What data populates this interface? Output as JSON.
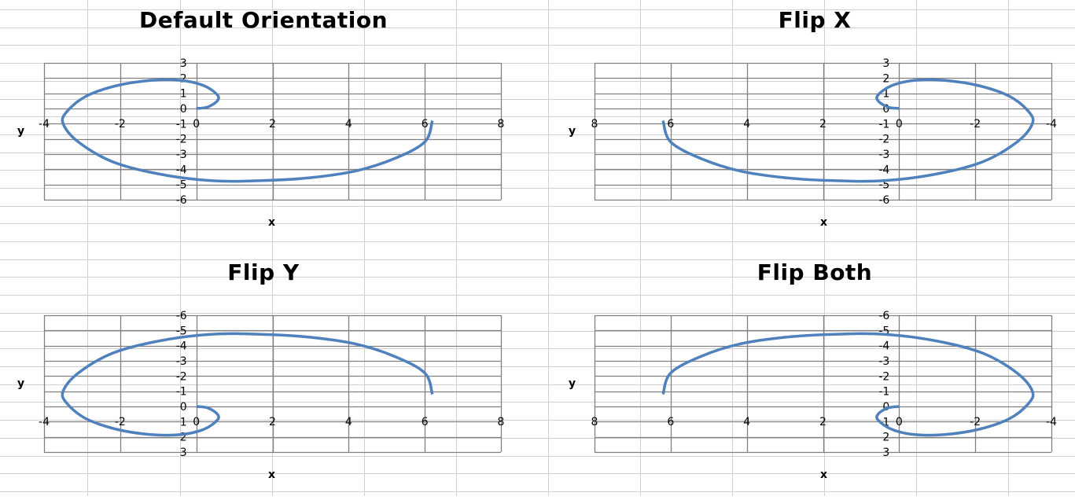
{
  "style": {
    "series_color": "#4f81bd",
    "plot_grid_color": "#808080",
    "sheet_grid_color": "#d0d0d0"
  },
  "chart_data": [
    {
      "type": "scatter",
      "title": "Default Orientation",
      "xlabel": "x",
      "ylabel": "y",
      "xlim": [
        -4,
        8
      ],
      "ylim": [
        -6,
        3
      ],
      "x_reversed": false,
      "y_reversed": false,
      "grid": true,
      "xticks": [
        "-4",
        "-2",
        "0",
        "2",
        "4",
        "6",
        "8"
      ],
      "yticks": [
        "3",
        "2",
        "1",
        "0",
        "-1",
        "-2",
        "-3",
        "-4",
        "-5",
        "-6"
      ],
      "series": [
        {
          "x": [
            0,
            0.3,
            0.55,
            0.55,
            0.2,
            -0.4,
            -1.2,
            -2.1,
            -2.9,
            -3.4,
            -3.5,
            -3.1,
            -2.2,
            -1,
            0.4,
            1.7,
            3.0,
            4.2,
            5.2,
            6.0,
            6.2
          ],
          "y": [
            0,
            0.1,
            0.5,
            0.9,
            1.5,
            1.85,
            1.85,
            1.5,
            0.8,
            -0.2,
            -1.0,
            -2.2,
            -3.5,
            -4.3,
            -4.75,
            -4.75,
            -4.55,
            -4.1,
            -3.3,
            -2.2,
            -0.8
          ]
        }
      ]
    },
    {
      "type": "scatter",
      "title": "Flip X",
      "xlabel": "x",
      "ylabel": "y",
      "xlim": [
        -4,
        8
      ],
      "ylim": [
        -6,
        3
      ],
      "x_reversed": true,
      "y_reversed": false,
      "grid": true,
      "xticks": [
        "8",
        "6",
        "4",
        "2",
        "0",
        "-2",
        "-4"
      ],
      "yticks": [
        "3",
        "2",
        "1",
        "0",
        "-1",
        "-2",
        "-3",
        "-4",
        "-5",
        "-6"
      ],
      "series": [
        {
          "x": [
            0,
            0.3,
            0.55,
            0.55,
            0.2,
            -0.4,
            -1.2,
            -2.1,
            -2.9,
            -3.4,
            -3.5,
            -3.1,
            -2.2,
            -1,
            0.4,
            1.7,
            3.0,
            4.2,
            5.2,
            6.0,
            6.2
          ],
          "y": [
            0,
            0.1,
            0.5,
            0.9,
            1.5,
            1.85,
            1.85,
            1.5,
            0.8,
            -0.2,
            -1.0,
            -2.2,
            -3.5,
            -4.3,
            -4.75,
            -4.75,
            -4.55,
            -4.1,
            -3.3,
            -2.2,
            -0.8
          ]
        }
      ]
    },
    {
      "type": "scatter",
      "title": "Flip Y",
      "xlabel": "x",
      "ylabel": "y",
      "xlim": [
        -4,
        8
      ],
      "ylim": [
        -6,
        3
      ],
      "x_reversed": false,
      "y_reversed": true,
      "grid": true,
      "xticks": [
        "-4",
        "-2",
        "0",
        "2",
        "4",
        "6",
        "8"
      ],
      "yticks": [
        "-6",
        "-5",
        "-4",
        "-3",
        "-2",
        "-1",
        "0",
        "1",
        "2",
        "3"
      ],
      "series": [
        {
          "x": [
            0,
            0.3,
            0.55,
            0.55,
            0.2,
            -0.4,
            -1.2,
            -2.1,
            -2.9,
            -3.4,
            -3.5,
            -3.1,
            -2.2,
            -1,
            0.4,
            1.7,
            3.0,
            4.2,
            5.2,
            6.0,
            6.2
          ],
          "y": [
            0,
            0.1,
            0.5,
            0.9,
            1.5,
            1.85,
            1.85,
            1.5,
            0.8,
            -0.2,
            -1.0,
            -2.2,
            -3.5,
            -4.3,
            -4.75,
            -4.75,
            -4.55,
            -4.1,
            -3.3,
            -2.2,
            -0.8
          ]
        }
      ]
    },
    {
      "type": "scatter",
      "title": "Flip Both",
      "xlabel": "x",
      "ylabel": "y",
      "xlim": [
        -4,
        8
      ],
      "ylim": [
        -6,
        3
      ],
      "x_reversed": true,
      "y_reversed": true,
      "grid": true,
      "xticks": [
        "8",
        "6",
        "4",
        "2",
        "0",
        "-2",
        "-4"
      ],
      "yticks": [
        "-6",
        "-5",
        "-4",
        "-3",
        "-2",
        "-1",
        "0",
        "1",
        "2",
        "3"
      ],
      "series": [
        {
          "x": [
            0,
            0.3,
            0.55,
            0.55,
            0.2,
            -0.4,
            -1.2,
            -2.1,
            -2.9,
            -3.4,
            -3.5,
            -3.1,
            -2.2,
            -1,
            0.4,
            1.7,
            3.0,
            4.2,
            5.2,
            6.0,
            6.2
          ],
          "y": [
            0,
            0.1,
            0.5,
            0.9,
            1.5,
            1.85,
            1.85,
            1.5,
            0.8,
            -0.2,
            -1.0,
            -2.2,
            -3.5,
            -4.3,
            -4.75,
            -4.75,
            -4.55,
            -4.1,
            -3.3,
            -2.2,
            -0.8
          ]
        }
      ]
    }
  ]
}
